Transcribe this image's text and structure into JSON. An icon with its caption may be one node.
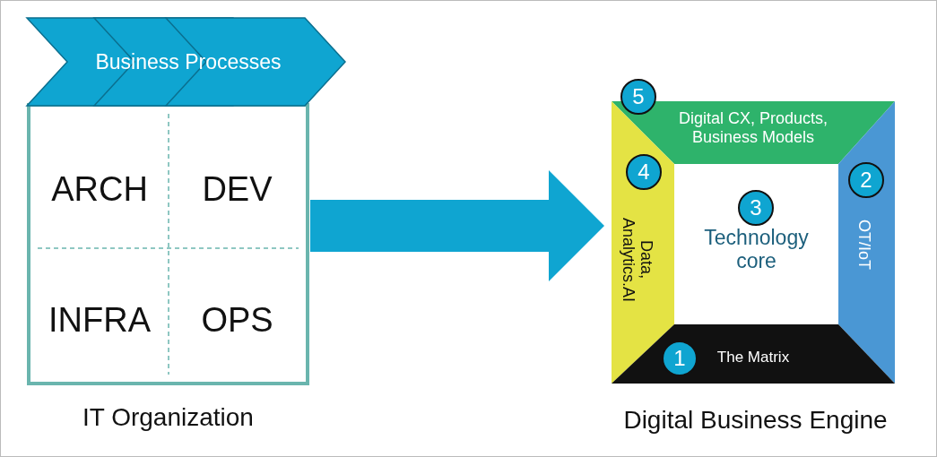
{
  "diagram": {
    "nodes": [
      {
        "text": [
          "IT Organization"
        ]
      },
      {
        "text": [
          "Business Processes"
        ]
      },
      {
        "text": [
          "ARCH"
        ],
        "in": 0
      },
      {
        "text": [
          "DEV"
        ],
        "in": 0
      },
      {
        "text": [
          "INFRA"
        ],
        "in": 0
      },
      {
        "text": [
          "OPS"
        ],
        "in": 0
      },
      {
        "text": [
          "Digital Business Engine"
        ]
      },
      {
        "text": [
          "5",
          "Digital CX, Products, Business Models"
        ],
        "in": 6
      },
      {
        "text": [
          "4",
          "Data, Analytics.AI"
        ],
        "in": 6
      },
      {
        "text": [
          "3",
          "Technology core"
        ],
        "in": 6
      },
      {
        "text": [
          "2",
          "OT/IoT"
        ],
        "in": 6
      },
      {
        "text": [
          "1",
          "The Matrix"
        ],
        "in": 6
      }
    ],
    "edges": [
      {
        "from": 0,
        "to": 6,
        "arrow": "to"
      }
    ]
  }
}
